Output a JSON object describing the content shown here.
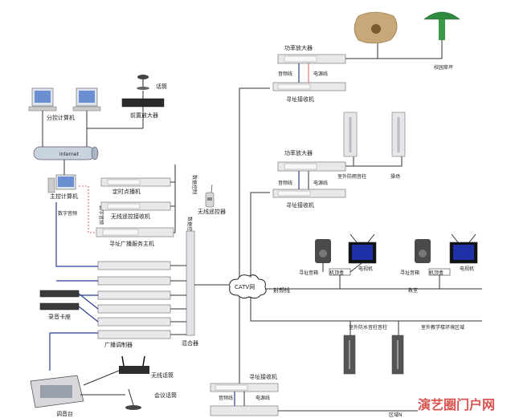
{
  "labels": {
    "mic": "话筒",
    "preamp": "前置放大器",
    "computer": "分控计算机",
    "network": "Internet",
    "main_computer": "主控计算机",
    "timer_player": "定时点播机",
    "wireless_receiver": "无线遥控接收机",
    "broadcast_server": "寻址广播服务主机",
    "data_control_1": "数据控制",
    "data_control_2": "数据控制",
    "remote": "无线遥控器",
    "audio_1": "数字音频",
    "cd_player": "录音卡座",
    "modulator": "广播调制器",
    "combiner": "混合器",
    "catv": "CATV网",
    "console": "调音台",
    "wireless_mic": "无线话筒",
    "meeting_mic": "会议话筒",
    "amp_top": "功率放大器",
    "audio_line_top": "音频线",
    "power_line_top": "电源线",
    "receiver_top": "寻址接收机",
    "campus_speaker": "校园草坪",
    "amp_mid": "功率放大器",
    "audio_line_mid": "音频线",
    "power_line_mid": "电源线",
    "receiver_mid": "寻址接收机",
    "outdoor_column": "室外防雨音柱",
    "building": "操场",
    "speaker_a": "寻址音箱",
    "tv_a": "电视机",
    "box_a": "机顶盒",
    "speaker_b": "寻址音箱",
    "tv_b": "电视机",
    "box_b": "机顶盒",
    "bus_line": "射频线",
    "classroom": "教室",
    "outdoor_col2": "室外防水音柱音柱",
    "outdoor_area": "室外教学楼环境区域",
    "receiver_bot": "寻址接收机",
    "audio_line_bot": "音频线",
    "power_line_bot": "电源线",
    "zone_n": "区域N"
  },
  "watermark": "演艺圈门户网",
  "colors": {
    "link": "#2a3f8f",
    "control": "#cc3333",
    "watermark": "#d9534f"
  }
}
